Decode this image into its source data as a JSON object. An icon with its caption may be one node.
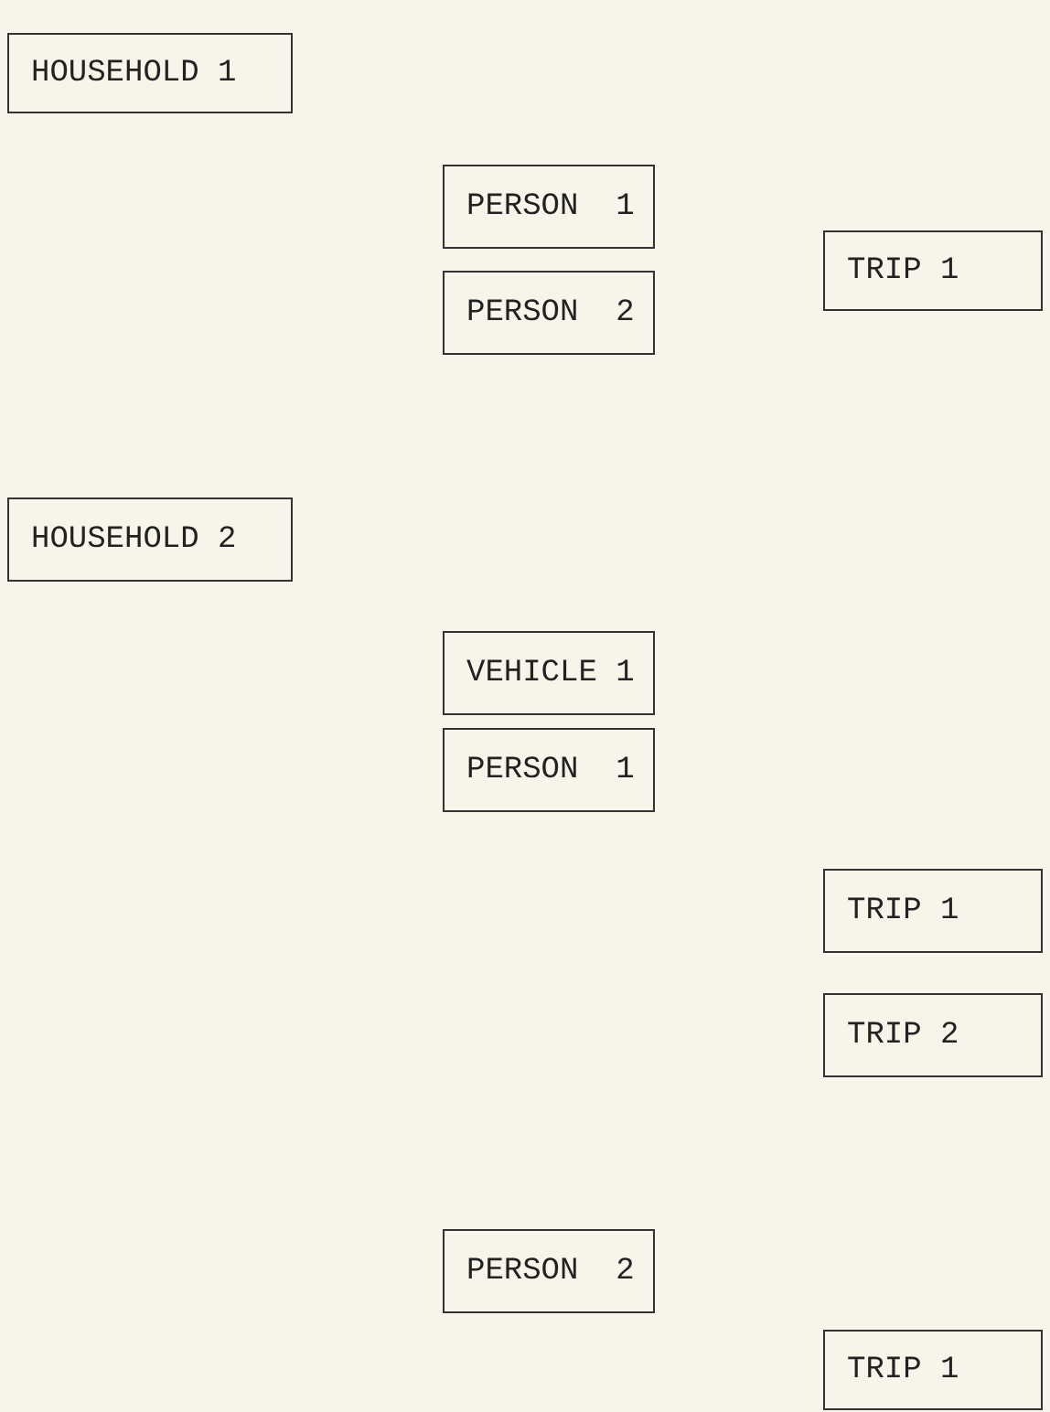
{
  "diagram": {
    "nodes": [
      {
        "text": [
          "HOUSEHOLD 1"
        ]
      },
      {
        "text": [
          "PERSON  1"
        ]
      },
      {
        "text": [
          "TRIP 1"
        ]
      },
      {
        "text": [
          "PERSON  2"
        ]
      },
      {
        "text": [
          "HOUSEHOLD 2"
        ]
      },
      {
        "text": [
          "VEHICLE 1"
        ]
      },
      {
        "text": [
          "PERSON  1"
        ]
      },
      {
        "text": [
          "TRIP 1"
        ]
      },
      {
        "text": [
          "TRIP 2"
        ]
      },
      {
        "text": [
          "PERSON  2"
        ]
      },
      {
        "text": [
          "TRIP 1"
        ]
      }
    ]
  }
}
